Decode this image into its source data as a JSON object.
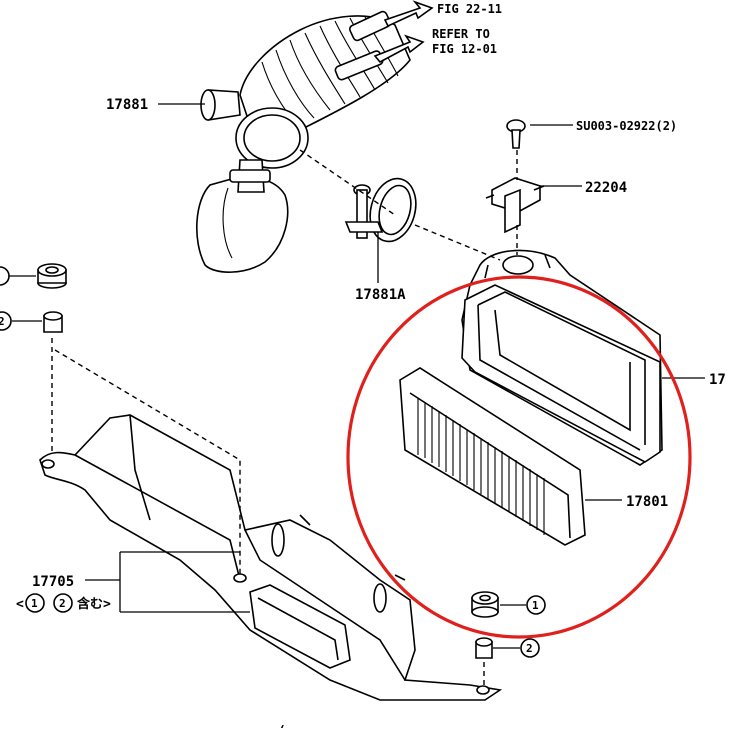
{
  "labels": {
    "fig_22_11": "FIG 22-11",
    "refer_to_line1": "REFER TO",
    "refer_to_line2": "FIG 12-01",
    "part_17881": "17881",
    "part_su003": "SU003-02922(2)",
    "part_22204": "22204",
    "part_17881a": "17881A",
    "part_17_cut": "17",
    "part_17801": "17801",
    "part_17705": "17705",
    "includes_note_open": "<",
    "includes_note_close": "含む>",
    "bottom_cut_text": "("
  },
  "callouts": {
    "one": "1",
    "two": "2"
  },
  "colors": {
    "line": "#000000",
    "highlight_circle": "#e0201c",
    "background": "#ffffff"
  }
}
